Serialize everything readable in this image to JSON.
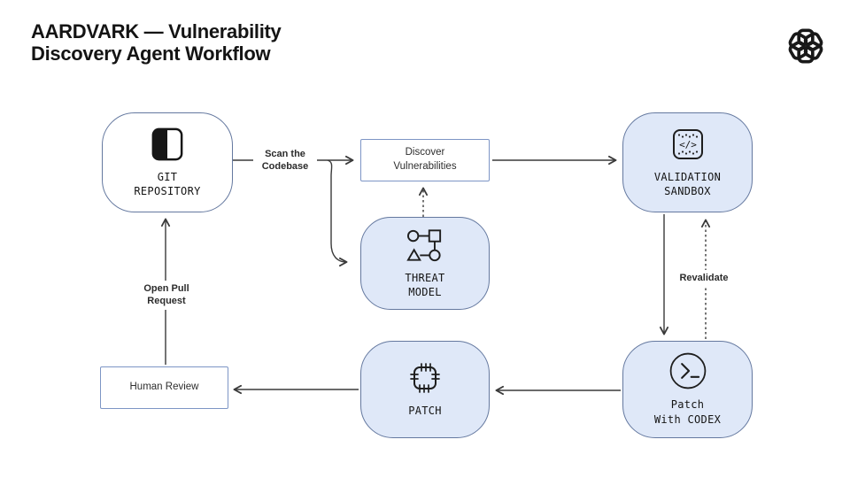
{
  "header": {
    "title_line1": "AARDVARK — Vulnerability",
    "title_line2": "Discovery Agent Workflow"
  },
  "logo": {
    "icon": "openai-logo"
  },
  "nodes": {
    "git_repository": {
      "line1": "GIT",
      "line2": "REPOSITORY",
      "icon": "git-repository-icon"
    },
    "discover_vulnerabilities": {
      "line1": "Discover",
      "line2": "Vulnerabilities"
    },
    "threat_model": {
      "line1": "THREAT",
      "line2": "MODEL",
      "icon": "threat-model-graph-icon"
    },
    "validation_sandbox": {
      "line1": "VALIDATION",
      "line2": "SANDBOX",
      "icon": "code-sandbox-icon",
      "icon_glyph": "</>"
    },
    "patch_with_codex": {
      "line1": "Patch",
      "line2": "With CODEX",
      "icon": "terminal-prompt-icon"
    },
    "patch": {
      "line1": "PATCH",
      "icon": "stitched-patch-icon"
    },
    "human_review": {
      "line1": "Human Review"
    }
  },
  "edge_labels": {
    "scan_the_codebase": {
      "line1": "Scan the",
      "line2": "Codebase"
    },
    "revalidate": "Revalidate",
    "open_pull_request": {
      "line1": "Open Pull",
      "line2": "Request"
    }
  },
  "colors": {
    "node_border": "#64789f",
    "node_fill_blue": "#dfe8f8",
    "rect_border": "#7d95c5",
    "connector_line": "#3a3a3a",
    "title_text": "#141414",
    "background": "#ffffff"
  }
}
